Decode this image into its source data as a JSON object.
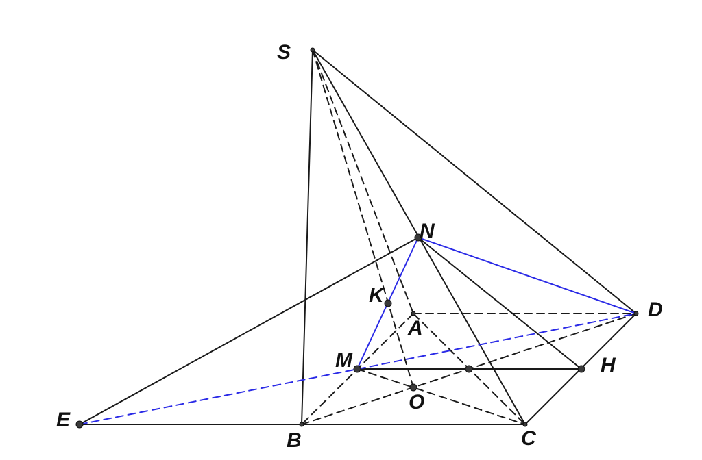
{
  "figure": {
    "points": {
      "S": "S",
      "N": "N",
      "K": "K",
      "A": "A",
      "D": "D",
      "M": "M",
      "H": "H",
      "O": "O",
      "E": "E",
      "B": "B",
      "C": "C"
    },
    "colors": {
      "line": "#1a1a1a",
      "highlight": "#2a2ae6",
      "point": "#3a3a3a",
      "background": "#ffffff"
    }
  }
}
